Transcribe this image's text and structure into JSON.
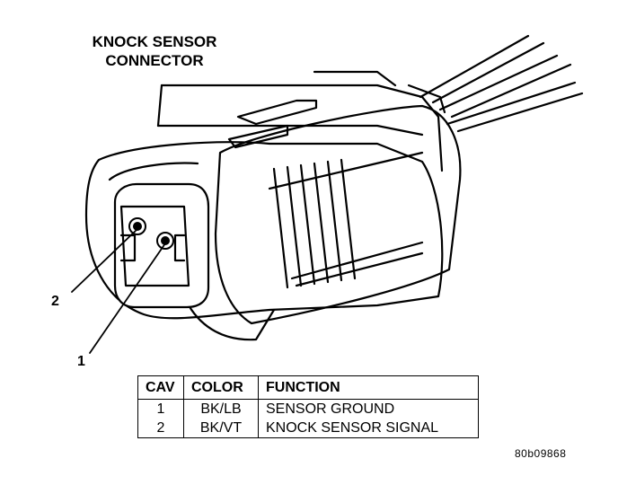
{
  "title": {
    "line1": "KNOCK SENSOR",
    "line2": "CONNECTOR"
  },
  "callouts": {
    "pin2": "2",
    "pin1": "1"
  },
  "table": {
    "headers": [
      "CAV",
      "COLOR",
      "FUNCTION"
    ],
    "rows": [
      {
        "cav": "1",
        "color": "BK/LB",
        "function": "SENSOR GROUND"
      },
      {
        "cav": "2",
        "color": "BK/VT",
        "function": "KNOCK SENSOR SIGNAL"
      }
    ]
  },
  "figure_ref": "80b09868"
}
